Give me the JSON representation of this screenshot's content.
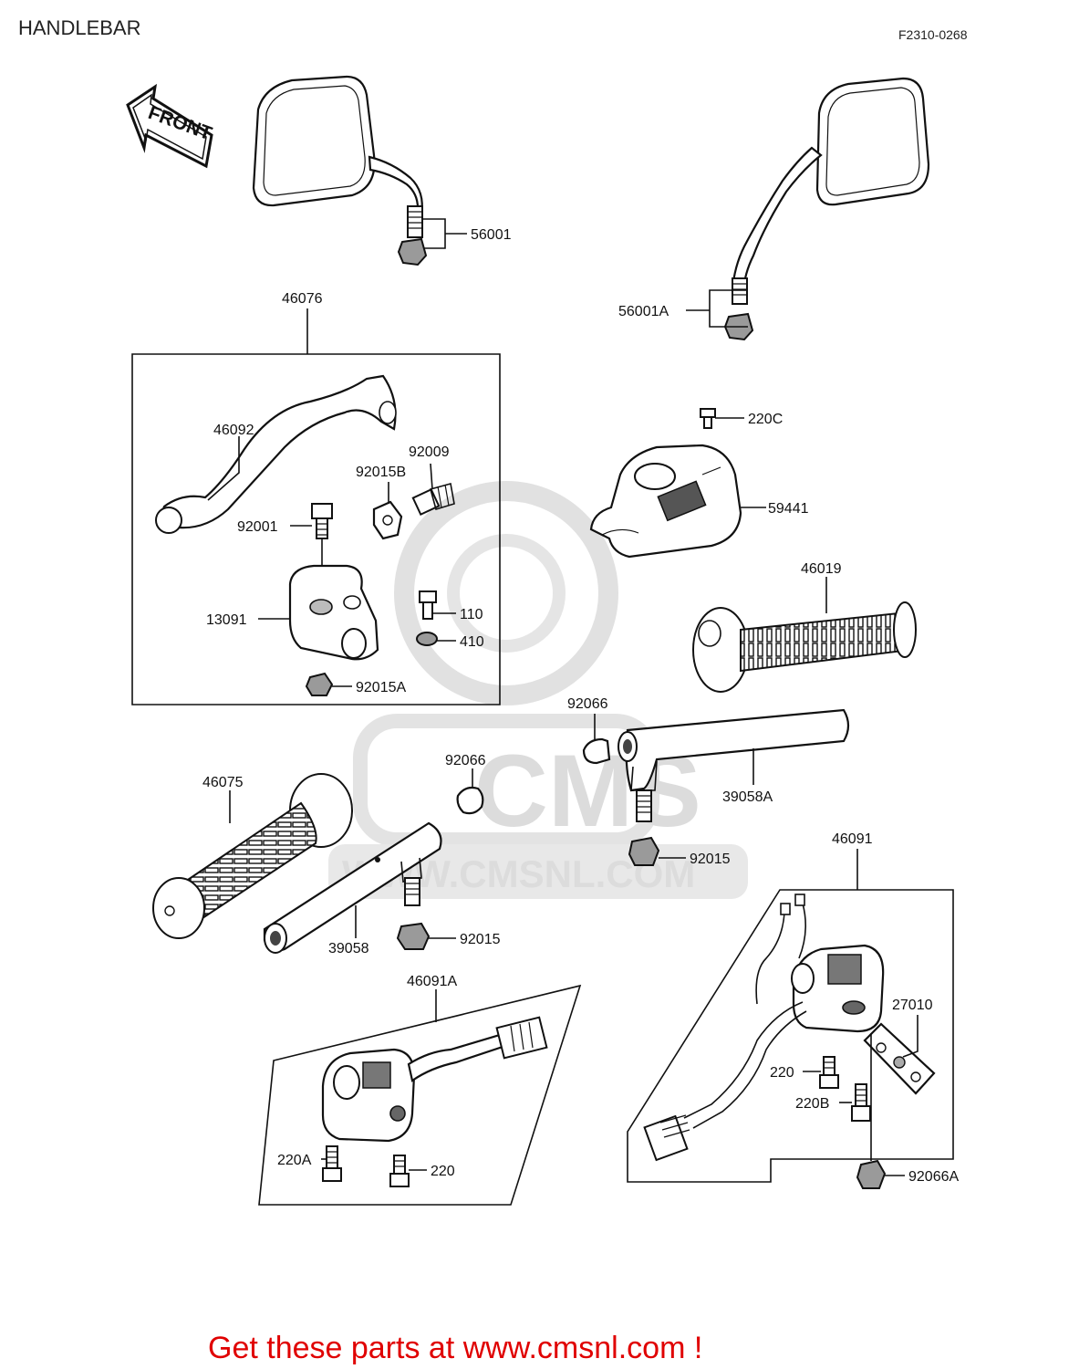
{
  "header": {
    "title": "HANDLEBAR",
    "code": "F2310-0268"
  },
  "front_arrow": "FRONT",
  "watermark": {
    "brand": "CMS",
    "url": "WWW.CMSNL.COM"
  },
  "footer": {
    "promo": "Get these parts at www.cmsnl.com !"
  },
  "parts": [
    {
      "id": "p56001",
      "label": "56001"
    },
    {
      "id": "p56001a",
      "label": "56001A"
    },
    {
      "id": "p46076",
      "label": "46076"
    },
    {
      "id": "p46092",
      "label": "46092"
    },
    {
      "id": "p92009",
      "label": "92009"
    },
    {
      "id": "p92015b",
      "label": "92015B"
    },
    {
      "id": "p92001",
      "label": "92001"
    },
    {
      "id": "p13091",
      "label": "13091"
    },
    {
      "id": "p110",
      "label": "110"
    },
    {
      "id": "p410",
      "label": "410"
    },
    {
      "id": "p92015a",
      "label": "92015A"
    },
    {
      "id": "p220c",
      "label": "220C"
    },
    {
      "id": "p59441",
      "label": "59441"
    },
    {
      "id": "p46019",
      "label": "46019"
    },
    {
      "id": "p92066_r",
      "label": "92066"
    },
    {
      "id": "p39058a",
      "label": "39058A"
    },
    {
      "id": "p92015_r",
      "label": "92015"
    },
    {
      "id": "p46075",
      "label": "46075"
    },
    {
      "id": "p92066_l",
      "label": "92066"
    },
    {
      "id": "p39058",
      "label": "39058"
    },
    {
      "id": "p92015_l",
      "label": "92015"
    },
    {
      "id": "p46091",
      "label": "46091"
    },
    {
      "id": "p27010",
      "label": "27010"
    },
    {
      "id": "p220_r",
      "label": "220"
    },
    {
      "id": "p220b",
      "label": "220B"
    },
    {
      "id": "p92066a",
      "label": "92066A"
    },
    {
      "id": "p46091a",
      "label": "46091A"
    },
    {
      "id": "p220a",
      "label": "220A"
    },
    {
      "id": "p220_l",
      "label": "220"
    }
  ]
}
